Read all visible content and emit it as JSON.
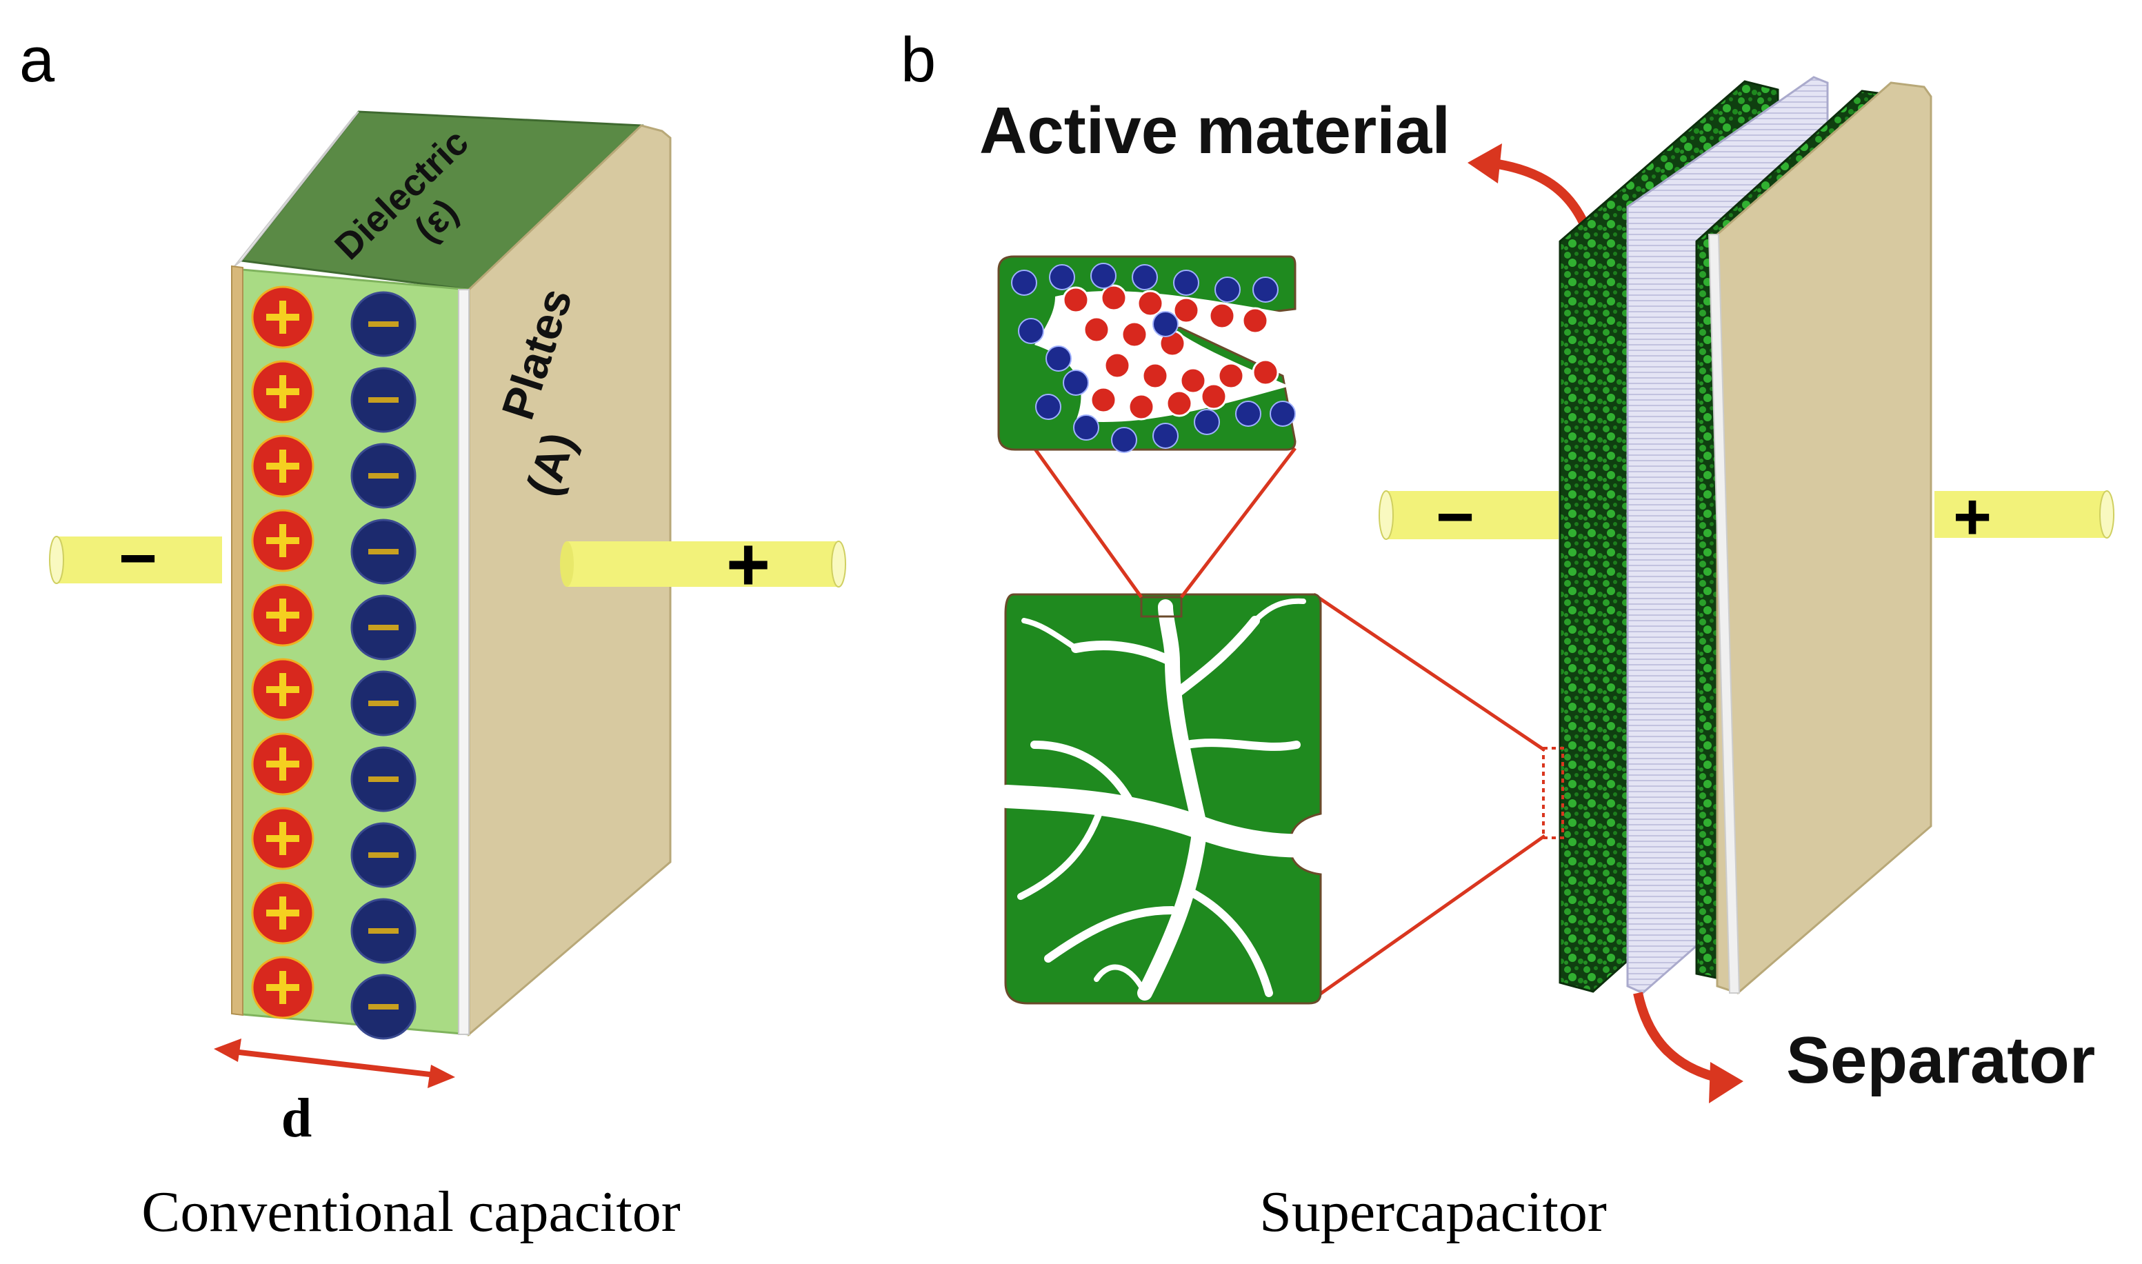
{
  "panels": {
    "a": {
      "letter": "a",
      "caption": "Conventional capacitor",
      "dielectric_label": "Dielectric",
      "dielectric_symbol": "(ε)",
      "plates_label": "Plates",
      "plates_symbol": "(A)",
      "distance_label": "d",
      "negative_terminal": "−",
      "positive_terminal": "+",
      "positive_charge": "+",
      "negative_charge": "−"
    },
    "b": {
      "letter": "b",
      "caption": "Supercapacitor",
      "active_material_label": "Active material",
      "separator_label": "Separator",
      "negative_terminal": "−",
      "positive_terminal": "+"
    }
  },
  "colors": {
    "plate_face": "#d7c9a0",
    "plate_edge": "#ffffff",
    "dielectric_top": "#5a8a45",
    "dielectric_face": "#a9db84",
    "terminal": "#f2f27a",
    "positive_ion": "#d8281e",
    "negative_ion": "#1c2a6e",
    "pointer_red": "#d9361f",
    "active_green": "#1c7a1c",
    "separator": "#dcdcf0"
  },
  "icons": {
    "positive_ion": "plus-circle",
    "negative_ion": "minus-circle",
    "arrow": "curved-arrow"
  }
}
